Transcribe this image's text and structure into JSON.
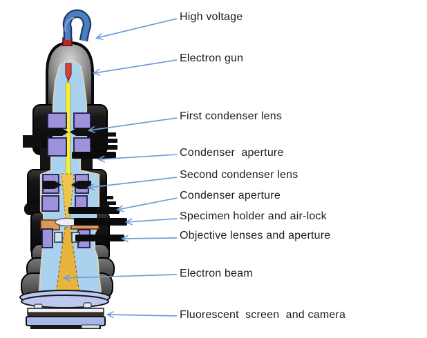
{
  "diagram": {
    "type": "labeled-schematic",
    "subject": "transmission electron microscope cross-section",
    "labels": [
      {
        "id": "high-voltage",
        "text": "High voltage"
      },
      {
        "id": "electron-gun",
        "text": "Electron gun"
      },
      {
        "id": "first-condenser",
        "text": "First condenser lens"
      },
      {
        "id": "condenser-aperture-1",
        "text": "Condenser  aperture"
      },
      {
        "id": "second-condenser",
        "text": "Second condenser lens"
      },
      {
        "id": "condenser-aperture-2",
        "text": "Condenser aperture"
      },
      {
        "id": "specimen-holder",
        "text": "Specimen holder and air-lock"
      },
      {
        "id": "objective",
        "text": "Objective lenses and aperture"
      },
      {
        "id": "electron-beam",
        "text": "Electron beam"
      },
      {
        "id": "fluorescent-screen",
        "text": "Fluorescent  screen  and camera"
      }
    ],
    "colors": {
      "leader_arrow": "#6f9ed6",
      "label_text": "#1c1c1c",
      "cable_blue": "#4d7fc0",
      "cable_outline": "#1c3a66",
      "connector_red": "#c32420",
      "filament_red": "#d8423a",
      "interior_blue": "#a9d2ef",
      "lens_purple": "#9e92da",
      "beam_yellow": "#f6ee3d",
      "beam_gold": "#e9b43c",
      "specimen_orange": "#dd9a58",
      "screen_periwinkle": "#a9b6e8",
      "housing_black": "#141414"
    }
  }
}
